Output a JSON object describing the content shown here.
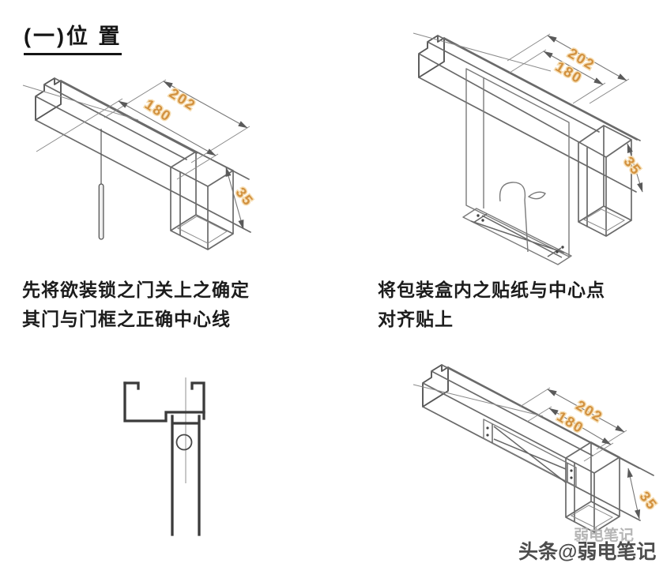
{
  "title": "(一)位 置",
  "sections": {
    "top_left": {
      "caption1": "先将欲装锁之门关上之确定",
      "caption2": "其门与门框之正确中心线",
      "dims": {
        "outer": "202",
        "inner": "180",
        "depth": "35"
      }
    },
    "top_right": {
      "caption1": "将包装盒内之贴纸与中心点",
      "caption2": "对齐贴上",
      "dims": {
        "outer": "202",
        "inner": "180",
        "depth": "35"
      }
    },
    "bottom_right": {
      "dims": {
        "outer": "202",
        "inner": "180",
        "depth": "35"
      }
    }
  },
  "watermark": {
    "text": "头条@弱电笔记",
    "ghost": "弱电笔记"
  },
  "colors": {
    "dimension_text": "#d2913f",
    "drawing_line": "#6a6a6a",
    "section_line": "#3b3b3b",
    "watermark": "#4d4d4d",
    "background": "#ffffff"
  }
}
